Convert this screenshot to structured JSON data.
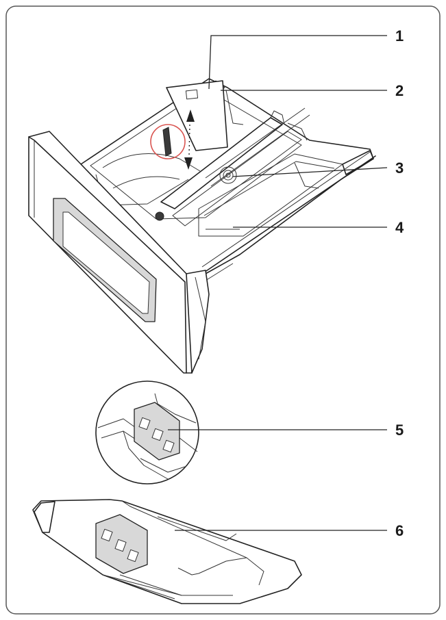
{
  "frame": {
    "border_color": "#555555",
    "background": "#ffffff"
  },
  "marker": {
    "circle_color": "#d9534f"
  },
  "callouts": [
    {
      "label": "1"
    },
    {
      "label": "2"
    },
    {
      "label": "3"
    },
    {
      "label": "4"
    },
    {
      "label": "5"
    },
    {
      "label": "6"
    }
  ]
}
